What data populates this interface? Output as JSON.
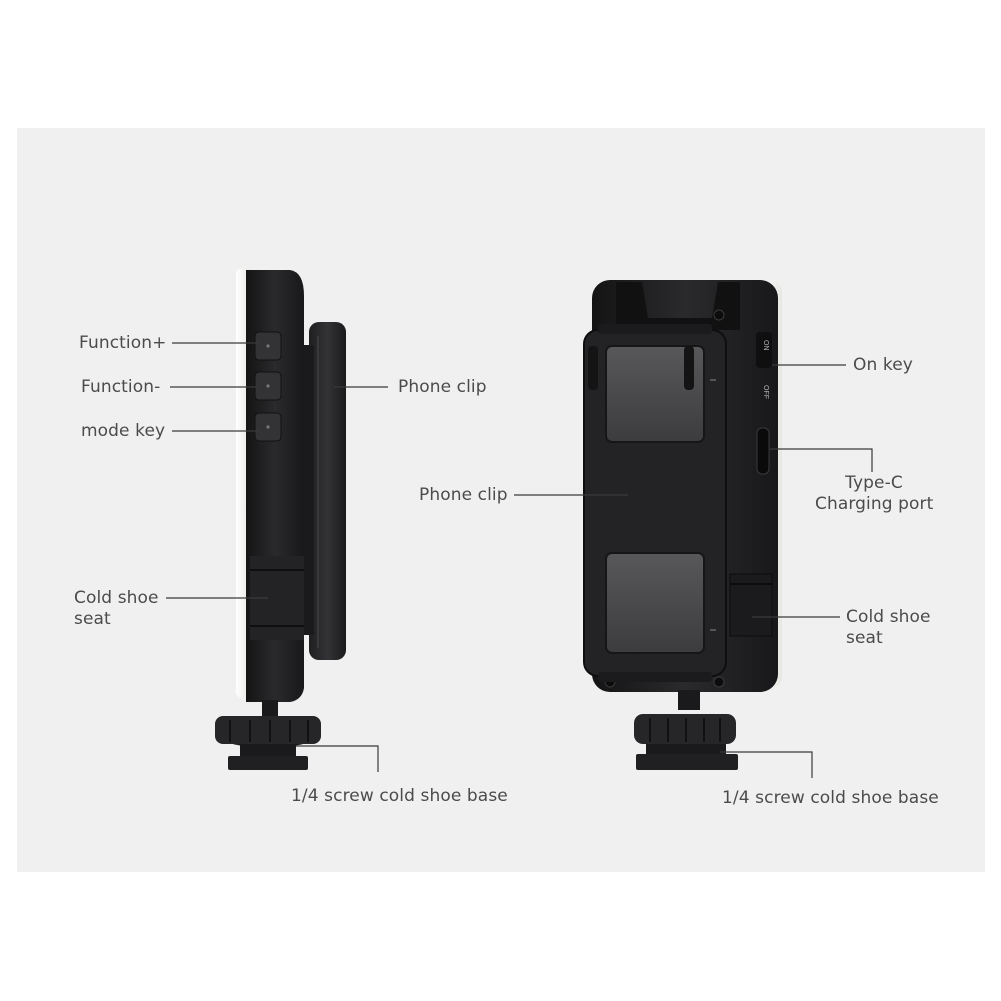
{
  "left_view": {
    "labels": {
      "function_plus": "Function+",
      "function_minus": "Function-",
      "mode_key": "mode key",
      "phone_clip": "Phone clip",
      "cold_shoe_seat_line1": "Cold shoe",
      "cold_shoe_seat_line2": "seat",
      "screw_base": "1/4 screw cold shoe base"
    }
  },
  "right_view": {
    "labels": {
      "on_key": "On key",
      "type_c_line1": "Type-C",
      "type_c_line2": "Charging port",
      "phone_clip": "Phone clip",
      "cold_shoe_seat_line1": "Cold shoe",
      "cold_shoe_seat_line2": "seat",
      "screw_base": "1/4 screw cold shoe base"
    },
    "switch_marks": {
      "on": "ON",
      "off": "OFF"
    }
  },
  "colors": {
    "background": "#f0f0f0",
    "device_body": "#1c1c1d",
    "device_face": "#2b2b2d",
    "grip_pad": "#4a4a4c",
    "label_text": "#4b4b4b",
    "leader_line": "#3a3a3a"
  }
}
